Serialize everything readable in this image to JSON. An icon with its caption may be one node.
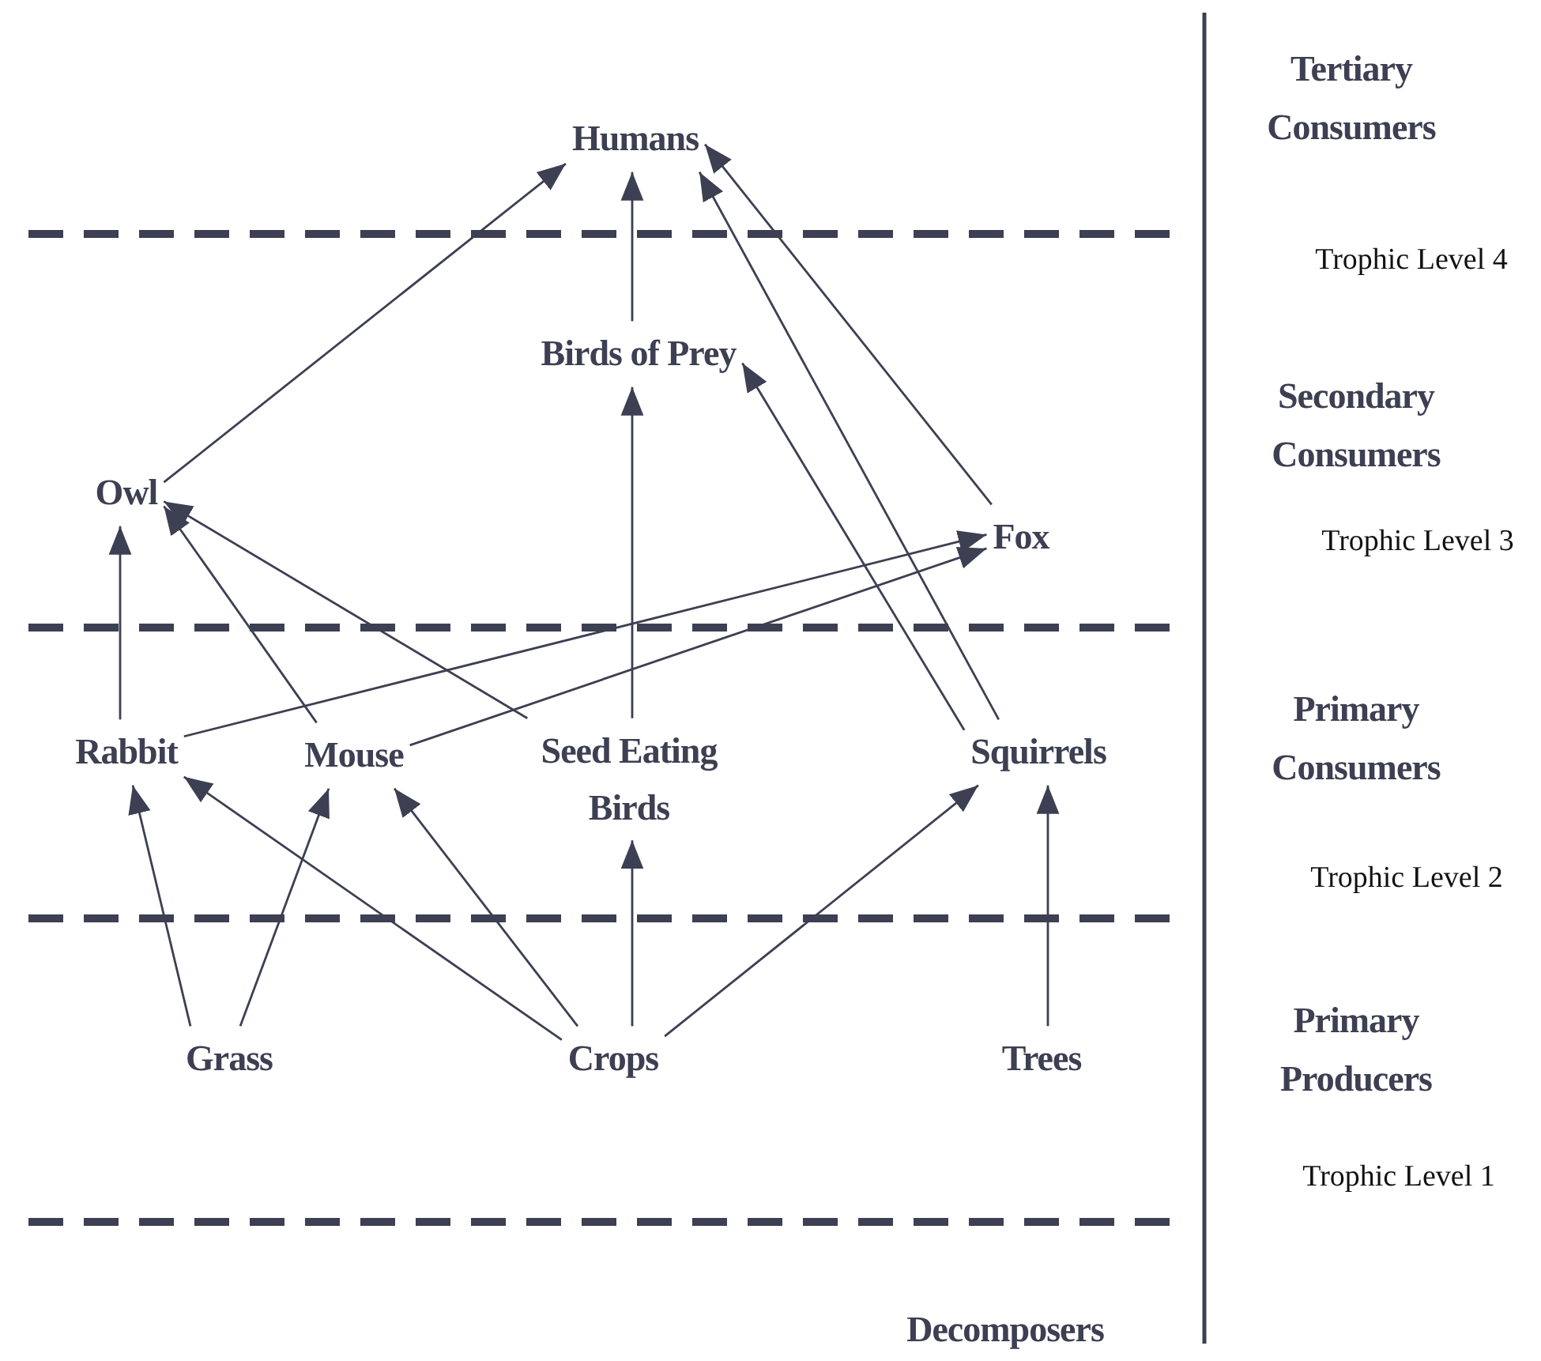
{
  "diagram": {
    "nodes": [
      {
        "text": [
          "Humans"
        ]
      },
      {
        "text": [
          "Birds of Prey"
        ]
      },
      {
        "text": [
          "Owl"
        ]
      },
      {
        "text": [
          "Fox"
        ]
      },
      {
        "text": [
          "Rabbit"
        ]
      },
      {
        "text": [
          "Mouse"
        ]
      },
      {
        "text": [
          "Seed Eating Birds"
        ]
      },
      {
        "text": [
          "Squirrels"
        ]
      },
      {
        "text": [
          "Grass"
        ]
      },
      {
        "text": [
          "Crops"
        ]
      },
      {
        "text": [
          "Trees"
        ]
      }
    ],
    "edges": [
      {
        "from": 2,
        "to": 0,
        "arrow": "to"
      },
      {
        "from": 1,
        "to": 0,
        "arrow": "to"
      },
      {
        "from": 7,
        "to": 0,
        "arrow": "to"
      },
      {
        "from": 3,
        "to": 0,
        "arrow": "to"
      },
      {
        "from": 7,
        "to": 1,
        "arrow": "to"
      },
      {
        "from": 6,
        "to": 1,
        "arrow": "to"
      },
      {
        "from": 4,
        "to": 2,
        "arrow": "to"
      },
      {
        "from": 5,
        "to": 2,
        "arrow": "to"
      },
      {
        "from": 6,
        "to": 2,
        "arrow": "to"
      },
      {
        "from": 4,
        "to": 3,
        "arrow": "to"
      },
      {
        "from": 5,
        "to": 3,
        "arrow": "to"
      },
      {
        "from": 8,
        "to": 4,
        "arrow": "to"
      },
      {
        "from": 8,
        "to": 5,
        "arrow": "to"
      },
      {
        "from": 9,
        "to": 4,
        "arrow": "to"
      },
      {
        "from": 9,
        "to": 5,
        "arrow": "to"
      },
      {
        "from": 9,
        "to": 6,
        "arrow": "to"
      },
      {
        "from": 9,
        "to": 7,
        "arrow": "to"
      },
      {
        "from": 10,
        "to": 7,
        "arrow": "to"
      }
    ],
    "labels": [
      "Tertiary Consumers",
      "Trophic Level 4",
      "Secondary Consumers",
      "Trophic Level 3",
      "Primary Consumers",
      "Trophic Level 2",
      "Primary Producers",
      "Trophic Level 1",
      "Decomposers"
    ]
  }
}
